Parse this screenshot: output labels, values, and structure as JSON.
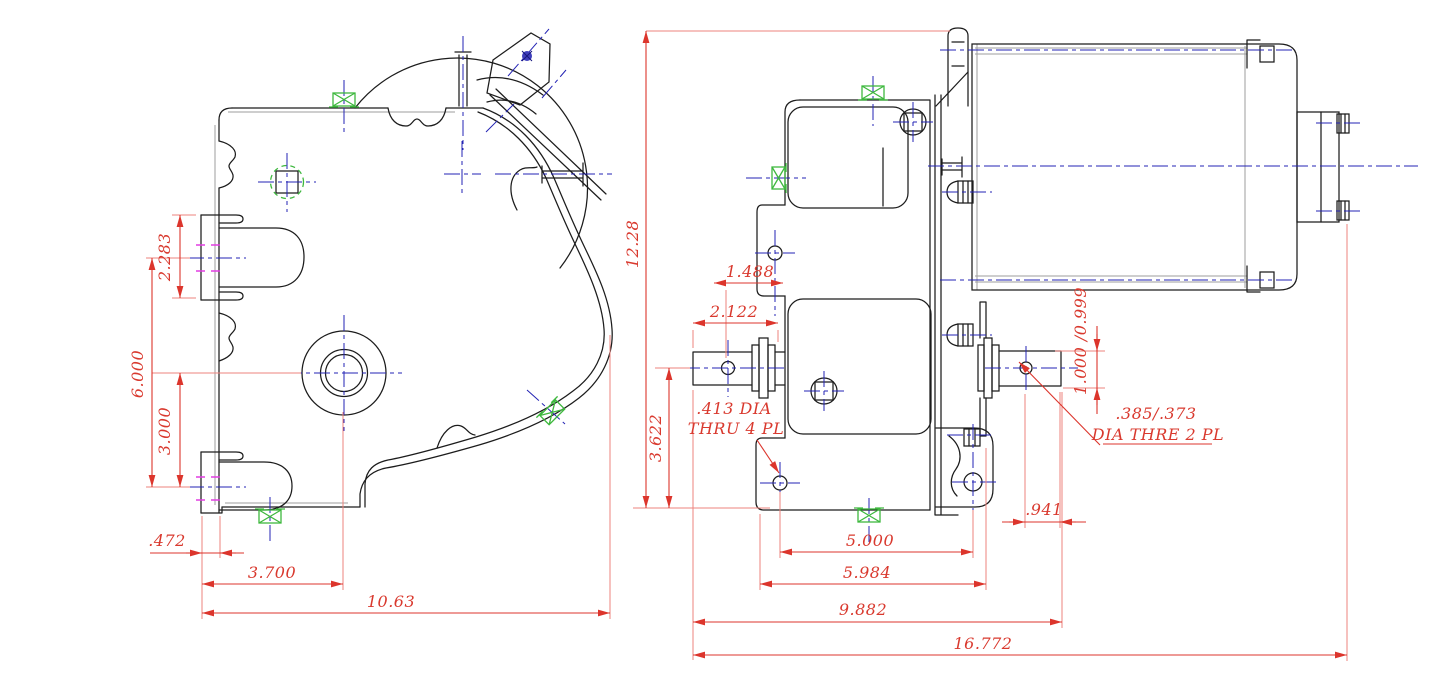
{
  "drawing": {
    "background": "#ffffff",
    "colors": {
      "outline": "#1c1c1c",
      "dimension_red": "#dc352c",
      "extension_salmon": "#ed837d",
      "centerline_blue": "#2323b4",
      "hidden_magenta": "#e23fe2",
      "fastener_green": "#3eb83e",
      "secondary_gray": "#9e9e9e"
    },
    "left_view": {
      "label": "front-view",
      "dims": {
        "slot_height": "2.283",
        "mount_span": "6.000",
        "shaft_to_base": "3.000",
        "foot_offset": ".472",
        "edge_to_shaft": "3.700",
        "overall_width": "10.63"
      }
    },
    "right_view": {
      "label": "side-view",
      "dims": {
        "overall_height": "12.28",
        "hole_to_face": "1.488",
        "shaft_length": "2.122",
        "base_to_shaft": "3.622",
        "shaft_diameter": "1.000 /0.999",
        "hole_to_shaft_end": ".941",
        "hole_spacing": "5.000",
        "housing_width": "5.984",
        "shaft_span": "9.882",
        "overall_length": "16.772"
      },
      "notes": {
        "thru_hole_l1": ".413 DIA",
        "thru_hole_l2": "THRU 4 PL",
        "shaft_hole_l1": ".385/.373",
        "shaft_hole_l2": "DIA THRE 2 PL"
      }
    }
  }
}
